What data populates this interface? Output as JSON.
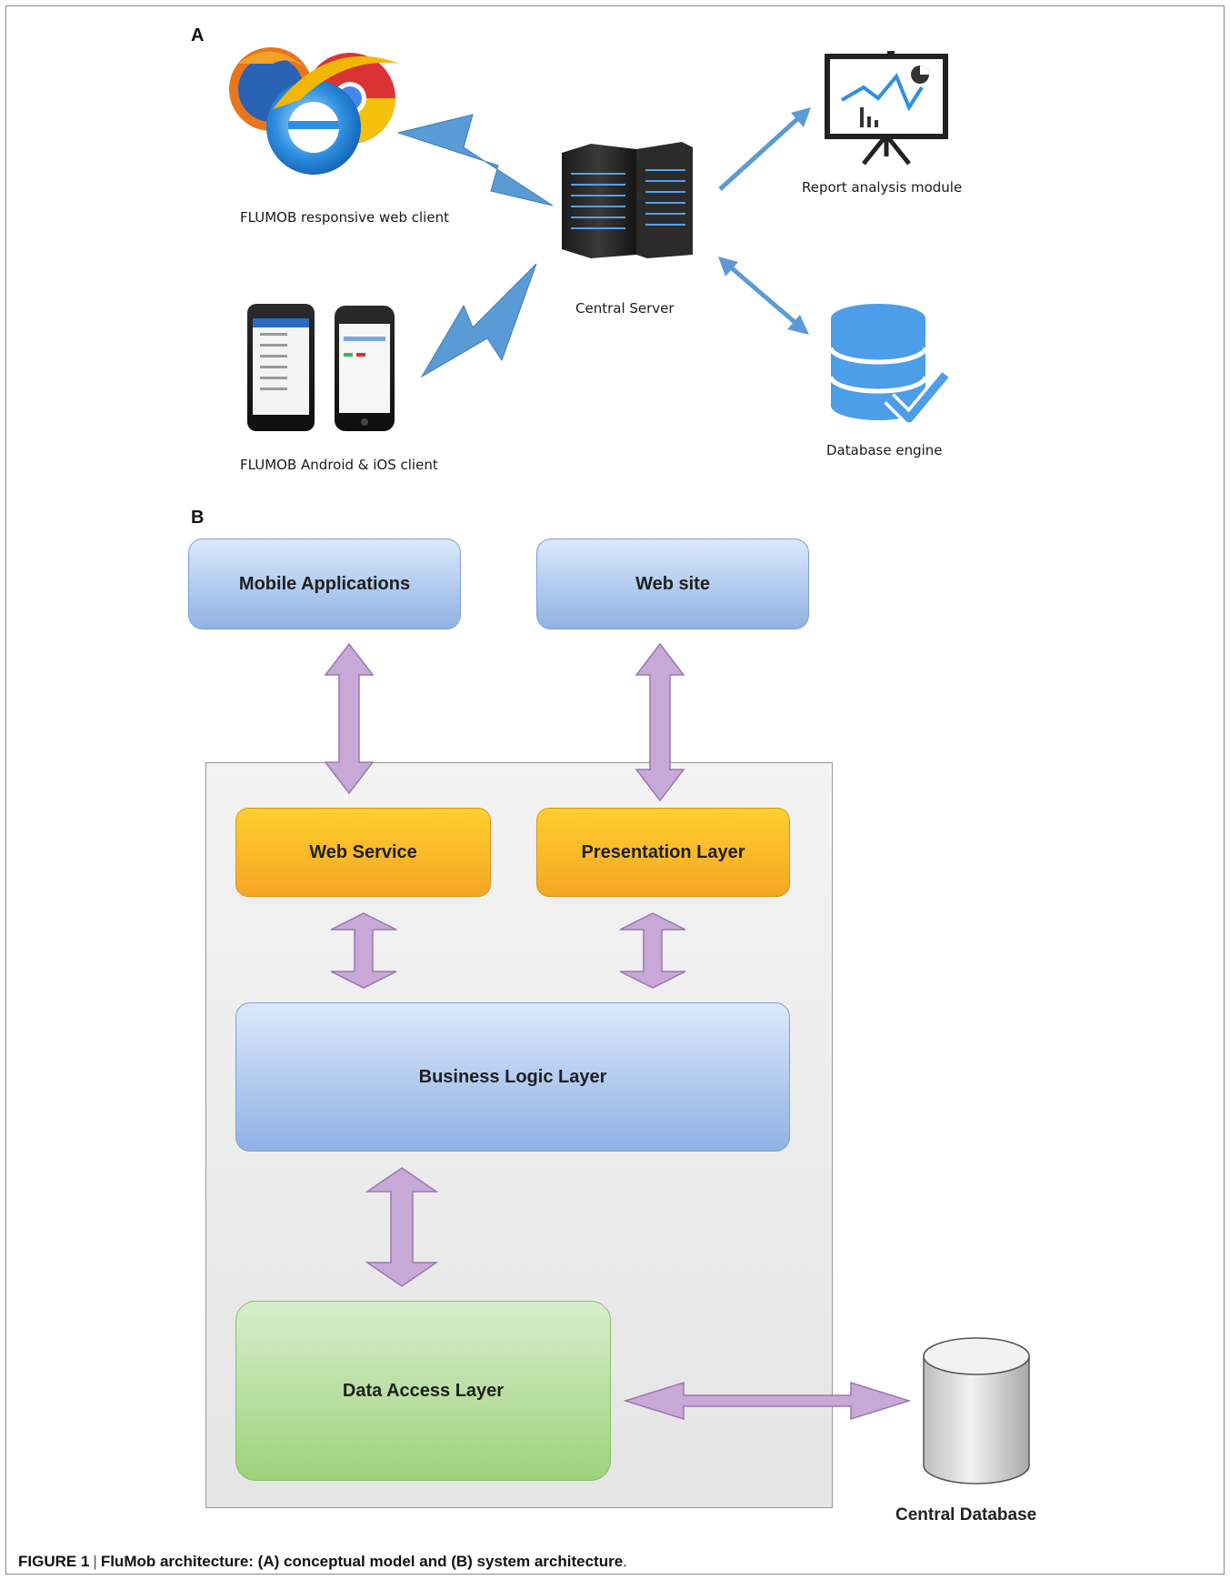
{
  "panel_a": {
    "letter": "A",
    "web_client_label": "FLUMOB responsive web client",
    "mobile_client_label": "FLUMOB Android & iOS client",
    "server_label": "Central Server",
    "report_label": "Report analysis module",
    "database_label": "Database engine",
    "colors": {
      "lightning": "#4f8fd6",
      "arrow": "#5b9bd5",
      "database": "#4d9ee8"
    }
  },
  "panel_b": {
    "letter": "B",
    "mobile_apps": "Mobile Applications",
    "web_site": "Web site",
    "web_service": "Web Service",
    "presentation_layer": "Presentation Layer",
    "business_logic_layer": "Business Logic Layer",
    "data_access_layer": "Data Access Layer",
    "central_database": "Central Database",
    "colors": {
      "arrow_fill": "#c7a8d6",
      "arrow_stroke": "#9a78b0"
    }
  },
  "caption": {
    "figure": "FIGURE 1",
    "separator": "|",
    "text": "FluMob architecture: (A) conceptual model and (B) system architecture",
    "period": "."
  }
}
